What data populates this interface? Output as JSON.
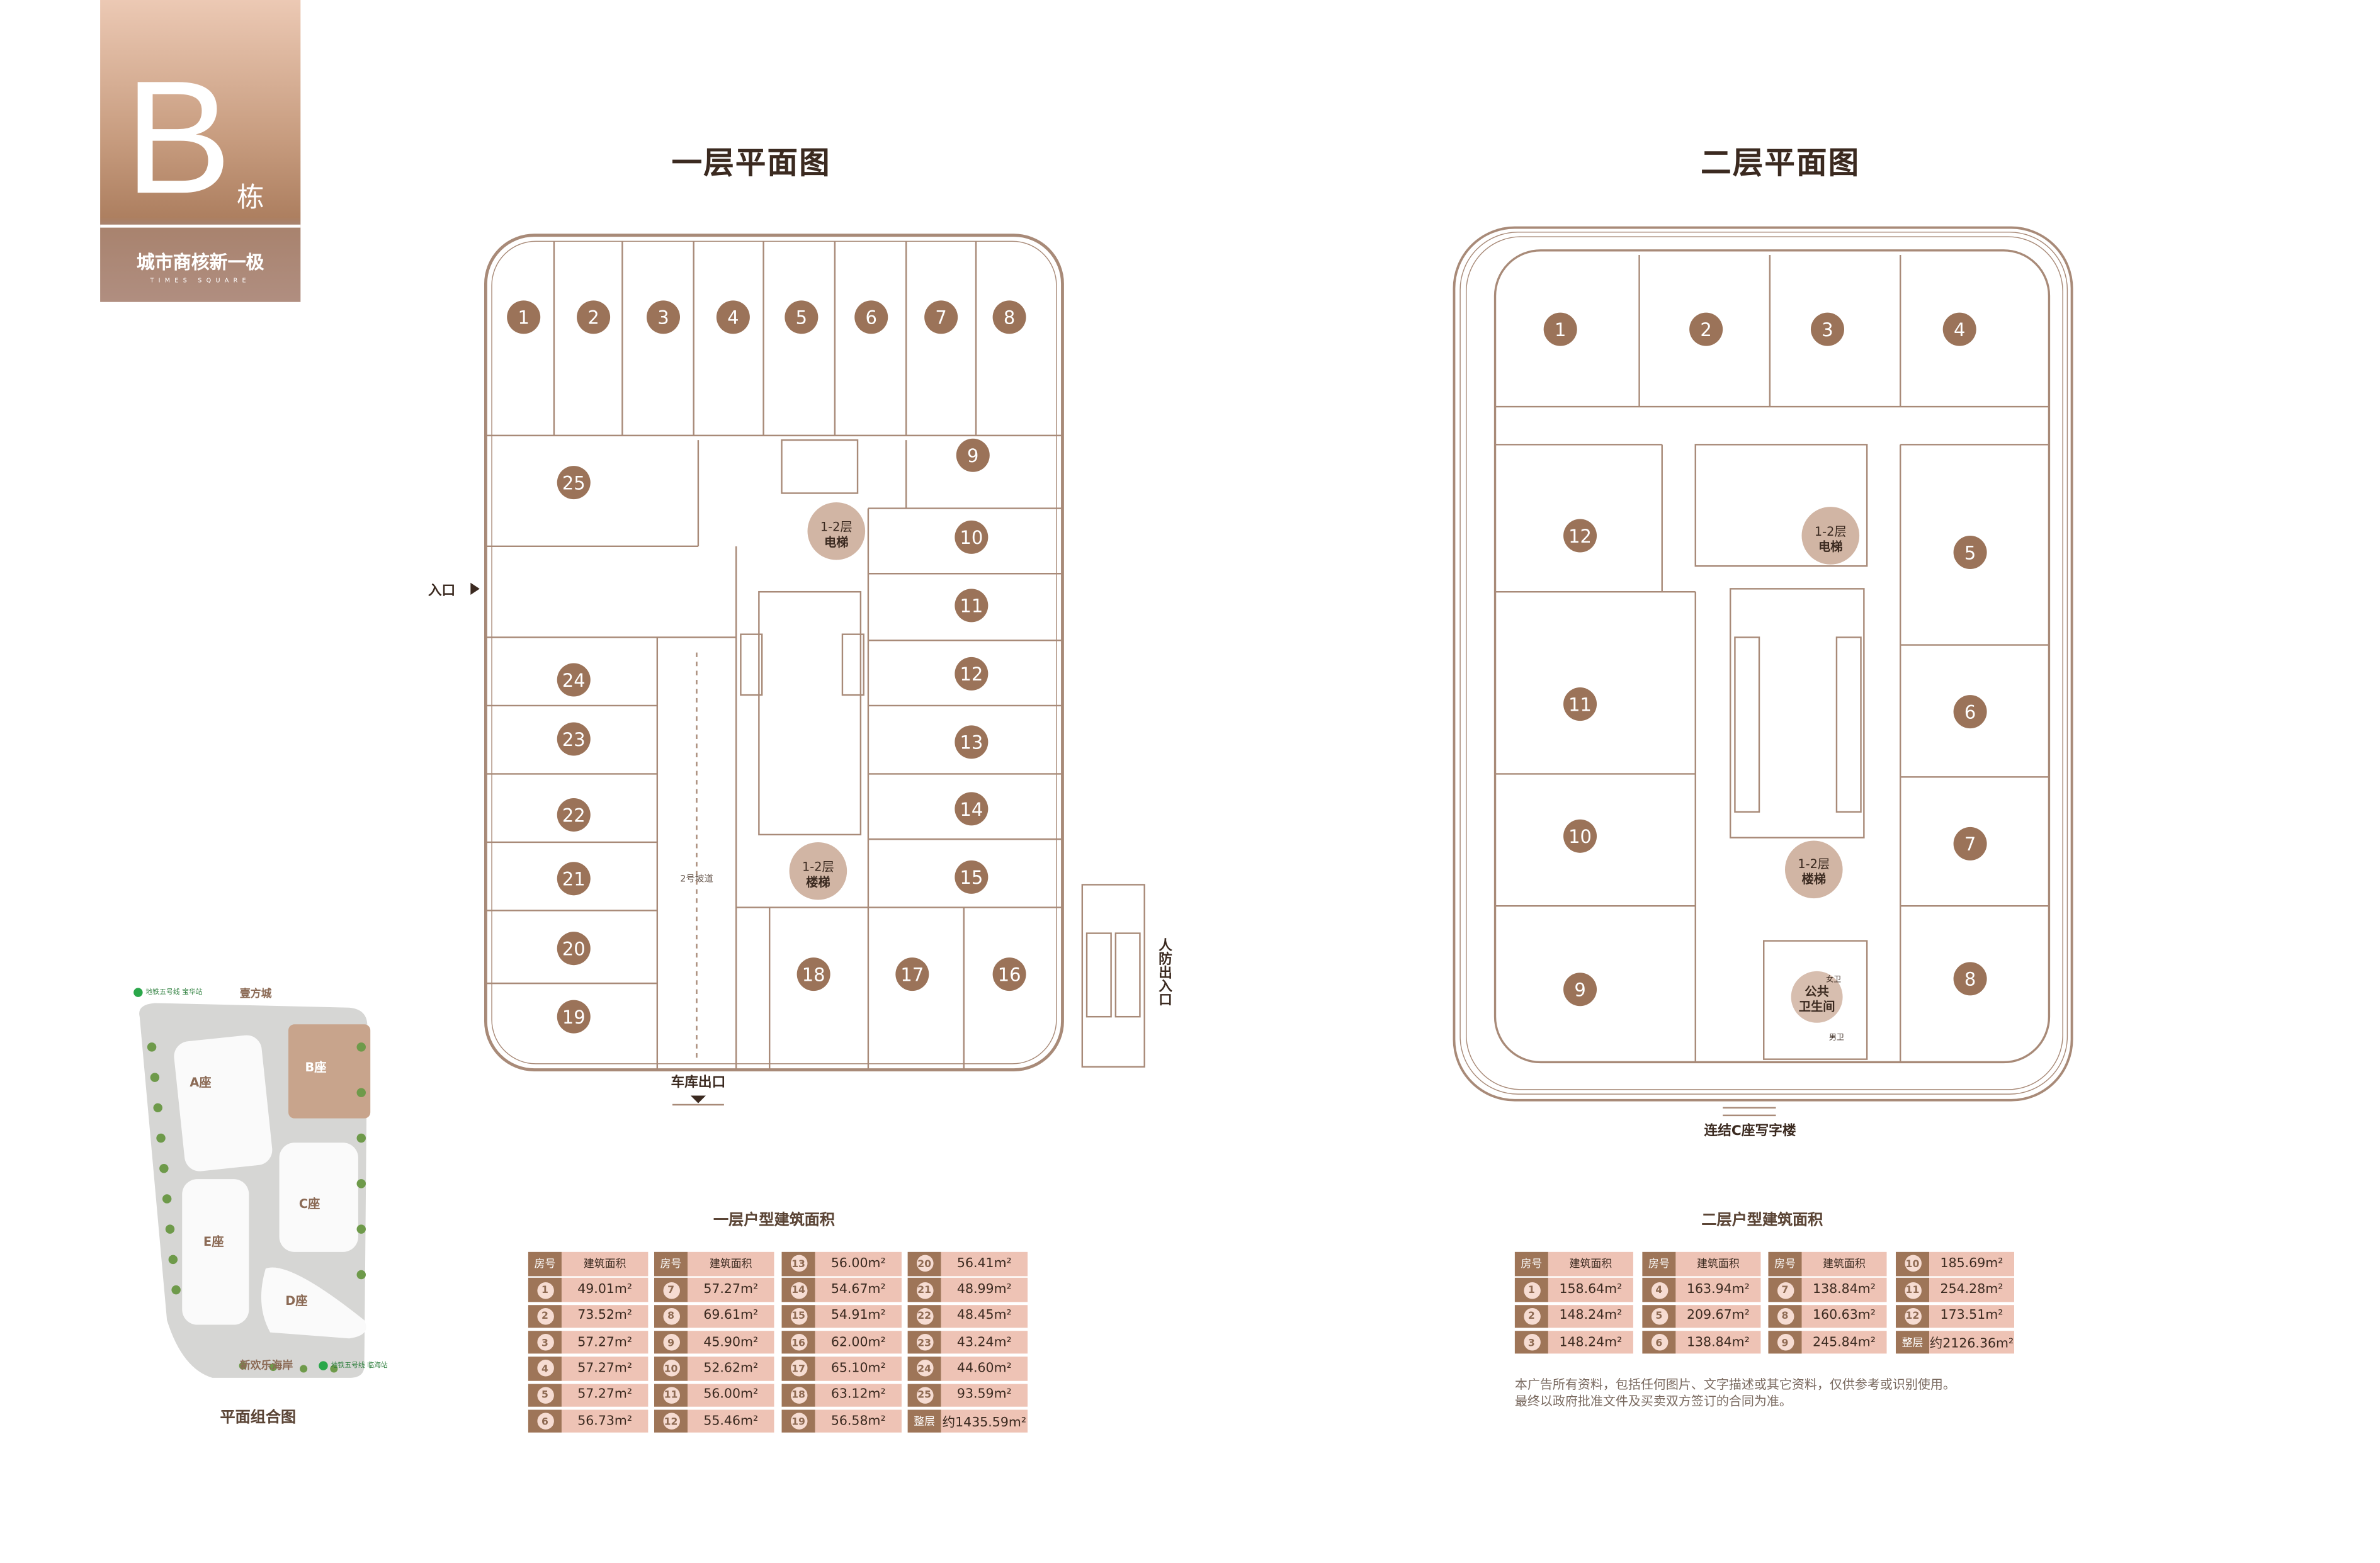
{
  "badge": {
    "letter": "B",
    "building": "栋",
    "slogan": "城市商核新一极",
    "english": "TIMES SQUARE"
  },
  "floor1": {
    "title": "一层平面图",
    "entrance": "入口",
    "garage_exit": "车库出口",
    "ramp": "2号坡道",
    "civil_defense_exit": "人防出入口",
    "elevator": {
      "line1": "1-2层",
      "line2": "电梯"
    },
    "stairs": {
      "line1": "1-2层",
      "line2": "楼梯"
    },
    "units": [
      "1",
      "2",
      "3",
      "4",
      "5",
      "6",
      "7",
      "8",
      "9",
      "10",
      "11",
      "12",
      "13",
      "14",
      "15",
      "16",
      "17",
      "18",
      "19",
      "20",
      "21",
      "22",
      "23",
      "24",
      "25"
    ]
  },
  "floor2": {
    "title": "二层平面图",
    "connect_label": "连结C座写字楼",
    "elevator": {
      "line1": "1-2层",
      "line2": "电梯"
    },
    "stairs": {
      "line1": "1-2层",
      "line2": "楼梯"
    },
    "restroom": {
      "line1": "公共",
      "line2": "卫生间",
      "women": "女卫",
      "men": "男卫"
    },
    "units": [
      "1",
      "2",
      "3",
      "4",
      "5",
      "6",
      "7",
      "8",
      "9",
      "10",
      "11",
      "12"
    ]
  },
  "floor1_table": {
    "title": "一层户型建筑面积",
    "header_no": "房号",
    "header_area": "建筑面积",
    "rows": [
      {
        "no": "1",
        "area": "49.01m²"
      },
      {
        "no": "2",
        "area": "73.52m²"
      },
      {
        "no": "3",
        "area": "57.27m²"
      },
      {
        "no": "4",
        "area": "57.27m²"
      },
      {
        "no": "5",
        "area": "57.27m²"
      },
      {
        "no": "6",
        "area": "56.73m²"
      },
      {
        "no": "7",
        "area": "57.27m²"
      },
      {
        "no": "8",
        "area": "69.61m²"
      },
      {
        "no": "9",
        "area": "45.90m²"
      },
      {
        "no": "10",
        "area": "52.62m²"
      },
      {
        "no": "11",
        "area": "56.00m²"
      },
      {
        "no": "12",
        "area": "55.46m²"
      },
      {
        "no": "13",
        "area": "56.00m²"
      },
      {
        "no": "14",
        "area": "54.67m²"
      },
      {
        "no": "15",
        "area": "54.91m²"
      },
      {
        "no": "16",
        "area": "62.00m²"
      },
      {
        "no": "17",
        "area": "65.10m²"
      },
      {
        "no": "18",
        "area": "63.12m²"
      },
      {
        "no": "19",
        "area": "56.58m²"
      },
      {
        "no": "20",
        "area": "56.41m²"
      },
      {
        "no": "21",
        "area": "48.99m²"
      },
      {
        "no": "22",
        "area": "48.45m²"
      },
      {
        "no": "23",
        "area": "43.24m²"
      },
      {
        "no": "24",
        "area": "44.60m²"
      },
      {
        "no": "25",
        "area": "93.59m²"
      }
    ],
    "total_label": "整层",
    "total_area": "约1435.59m²"
  },
  "floor2_table": {
    "title": "二层户型建筑面积",
    "header_no": "房号",
    "header_area": "建筑面积",
    "rows": [
      {
        "no": "1",
        "area": "158.64m²"
      },
      {
        "no": "2",
        "area": "148.24m²"
      },
      {
        "no": "3",
        "area": "148.24m²"
      },
      {
        "no": "4",
        "area": "163.94m²"
      },
      {
        "no": "5",
        "area": "209.67m²"
      },
      {
        "no": "6",
        "area": "138.84m²"
      },
      {
        "no": "7",
        "area": "138.84m²"
      },
      {
        "no": "8",
        "area": "160.63m²"
      },
      {
        "no": "9",
        "area": "245.84m²"
      },
      {
        "no": "10",
        "area": "185.69m²"
      },
      {
        "no": "11",
        "area": "254.28m²"
      },
      {
        "no": "12",
        "area": "173.51m²"
      }
    ],
    "total_label": "整层",
    "total_area": "约2126.36m²"
  },
  "disclaimer": {
    "line1": "本广告所有资料，包括任何图片、文字描述或其它资料，仅供参考或识别使用。",
    "line2": "最终以政府批准文件及买卖双方签订的合同为准。"
  },
  "site_plan": {
    "title": "平面组合图",
    "north": "壹方城",
    "south": "新欢乐海岸",
    "metro_north": "地铁五号线 宝华站",
    "metro_south": "地铁五号线 临海站",
    "buildings": [
      "A座",
      "B座",
      "C座",
      "D座",
      "E座"
    ]
  },
  "colors": {
    "brown": "#9e7558",
    "pink": "#eec3b5",
    "wall": "#a88a78",
    "accent_circle": "#c9a894"
  }
}
